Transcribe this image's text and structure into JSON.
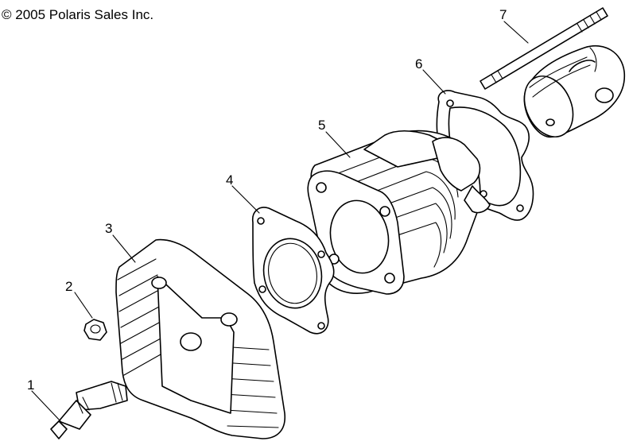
{
  "copyright": "© 2005 Polaris Sales Inc.",
  "callouts": [
    {
      "number": "1"
    },
    {
      "number": "2"
    },
    {
      "number": "3"
    },
    {
      "number": "4"
    },
    {
      "number": "5"
    },
    {
      "number": "6"
    },
    {
      "number": "7"
    }
  ]
}
